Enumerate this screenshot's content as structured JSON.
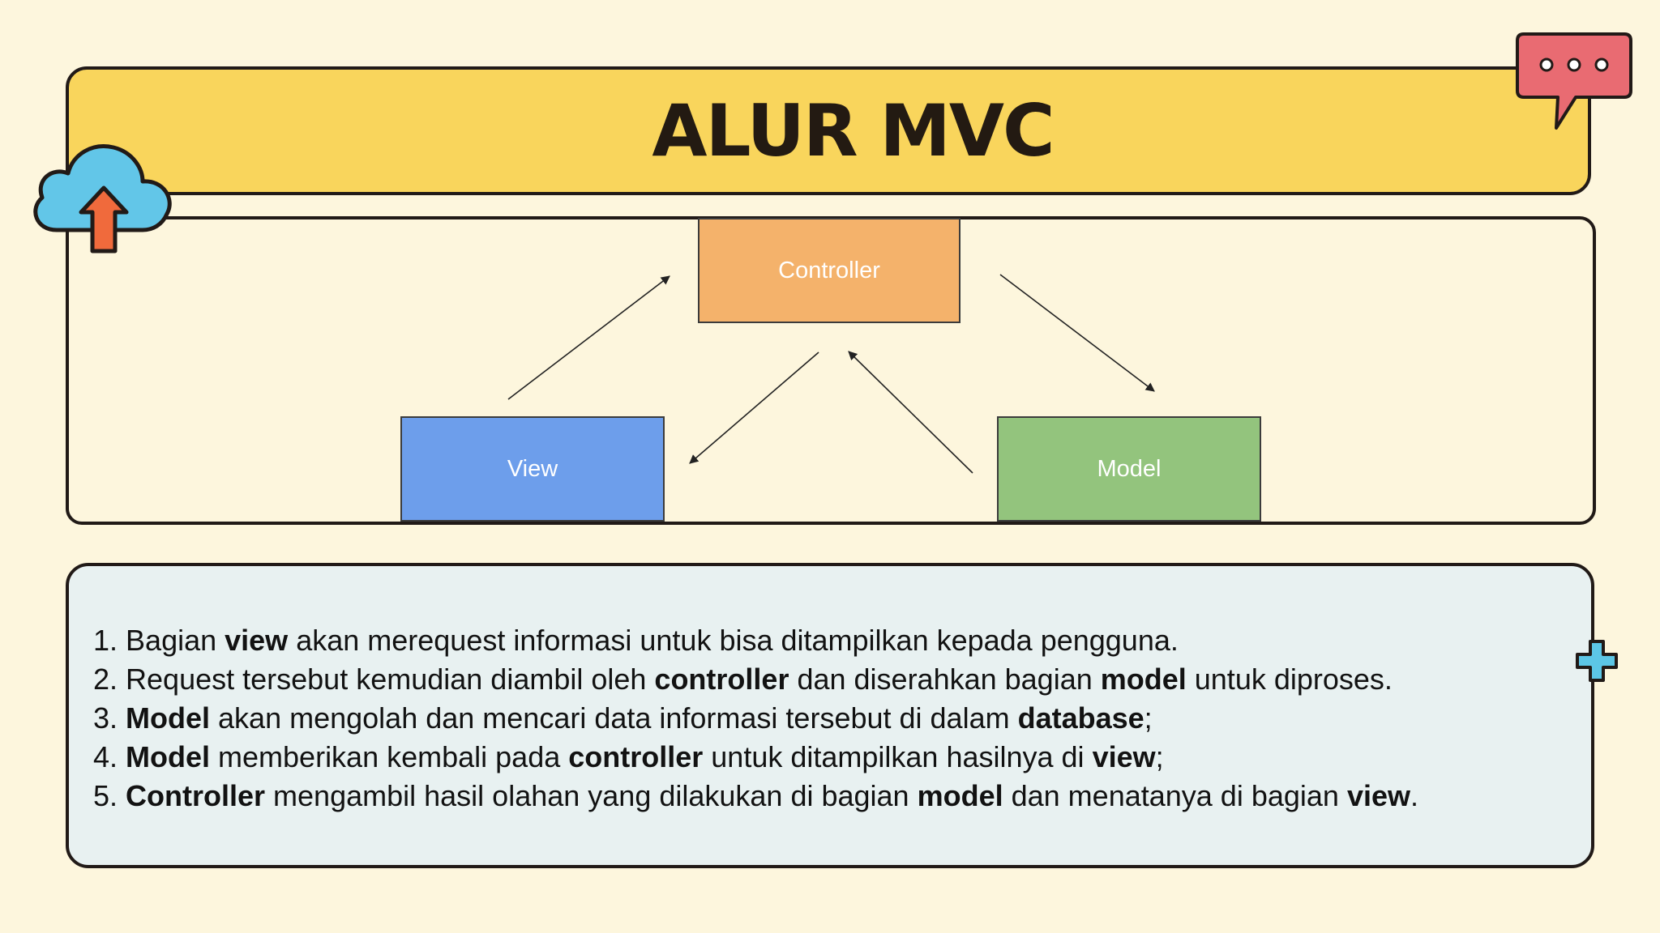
{
  "title": "ALUR MVC",
  "diagram": {
    "controller": "Controller",
    "view": "View",
    "model": "Model"
  },
  "steps": [
    {
      "number": "1.",
      "parts": [
        {
          "text": "Bagian ",
          "bold": false
        },
        {
          "text": "view",
          "bold": true
        },
        {
          "text": " akan merequest informasi untuk bisa ditampilkan kepada pengguna.",
          "bold": false
        }
      ]
    },
    {
      "number": "2.",
      "parts": [
        {
          "text": "Request tersebut kemudian diambil oleh ",
          "bold": false
        },
        {
          "text": "controller",
          "bold": true
        },
        {
          "text": " dan diserahkan bagian ",
          "bold": false
        },
        {
          "text": "model",
          "bold": true
        },
        {
          "text": " untuk diproses.",
          "bold": false
        }
      ]
    },
    {
      "number": "3.",
      "parts": [
        {
          "text": "Model",
          "bold": true
        },
        {
          "text": " akan mengolah dan mencari data informasi tersebut di dalam ",
          "bold": false
        },
        {
          "text": "database",
          "bold": true
        },
        {
          "text": ";",
          "bold": false
        }
      ]
    },
    {
      "number": "4.",
      "parts": [
        {
          "text": "Model",
          "bold": true
        },
        {
          "text": " memberikan kembali pada ",
          "bold": false
        },
        {
          "text": "controller",
          "bold": true
        },
        {
          "text": " untuk ditampilkan hasilnya di ",
          "bold": false
        },
        {
          "text": "view",
          "bold": true
        },
        {
          "text": ";",
          "bold": false
        }
      ]
    },
    {
      "number": "5.",
      "parts": [
        {
          "text": "Controller",
          "bold": true
        },
        {
          "text": " mengambil hasil olahan yang dilakukan di bagian ",
          "bold": false
        },
        {
          "text": "model",
          "bold": true
        },
        {
          "text": " dan menatanya di bagian ",
          "bold": false
        },
        {
          "text": "view",
          "bold": true
        },
        {
          "text": ".",
          "bold": false
        }
      ]
    }
  ],
  "icons": {
    "top_left": "cloud-upload-icon",
    "top_right": "chat-bubble-icon",
    "right": "plus-icon"
  },
  "colors": {
    "background": "#fdf6dd",
    "title_banner": "#f9d55c",
    "controller": "#f4b26b",
    "view": "#6d9eeb",
    "model": "#93c47d",
    "steps_panel": "#e8f1f1"
  }
}
